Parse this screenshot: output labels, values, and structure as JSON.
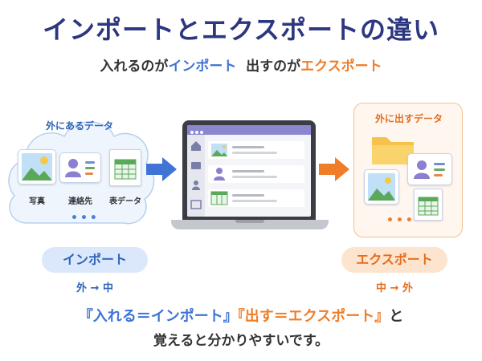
{
  "title": "インポートとエクスポートの違い",
  "subtitle": {
    "part1": "入れるのが",
    "import_word": "インポート",
    "part2": "出すのが",
    "export_word": "エクスポート"
  },
  "external": {
    "label": "外にあるデータ",
    "items": [
      "写真",
      "連絡先",
      "表データ"
    ],
    "more": "•••"
  },
  "export_box": {
    "label": "外に出すデータ",
    "more": "•••"
  },
  "import_pill": {
    "label": "インポート",
    "direction": "外 → 中"
  },
  "export_pill": {
    "label": "エクスポート",
    "direction": "中 → 外"
  },
  "summary": {
    "import_phrase": "『入れる＝インポート』",
    "export_phrase": "『出す＝エクスポート』",
    "particle": "と",
    "line2": "覚えると分かりやすいです。"
  },
  "colors": {
    "title": "#2d3680",
    "import": "#3f74d6",
    "export": "#ef7d2a"
  }
}
